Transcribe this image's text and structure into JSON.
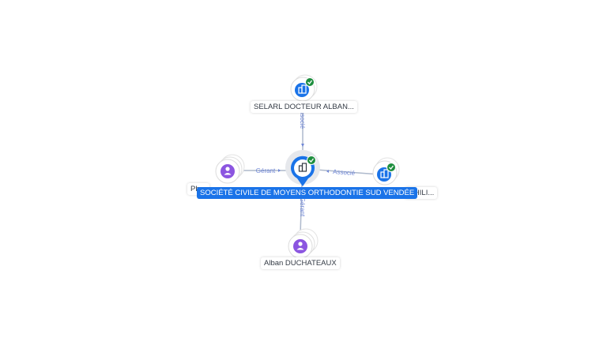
{
  "colors": {
    "center": "#1a73e8",
    "company": "#1a73e8",
    "person": "#8b55e0",
    "check": "#1e8e3e",
    "edge": "#aeb9cc",
    "edge_label": "#6f86d6"
  },
  "nodes": {
    "center": {
      "label": "SOCIÉTÉ CIVILE DE MOYENS ORTHODONTIE SUD VENDÉE",
      "icon": "company-icon",
      "verified": true
    },
    "top": {
      "label": "SELARL DOCTEUR ALBAN...",
      "icon": "company-icon",
      "verified": true
    },
    "right": {
      "label": "...HILI...",
      "icon": "company-icon",
      "verified": true
    },
    "left": {
      "label": "Ph...",
      "icon": "person-icon"
    },
    "bottom": {
      "label": "Alban DUCHATEAUX",
      "icon": "person-icon"
    }
  },
  "edges": {
    "top": {
      "label": "Associé"
    },
    "right": {
      "label": "Associé"
    },
    "left": {
      "label": "Gérant"
    },
    "bottom": {
      "label": "Gérant"
    }
  }
}
